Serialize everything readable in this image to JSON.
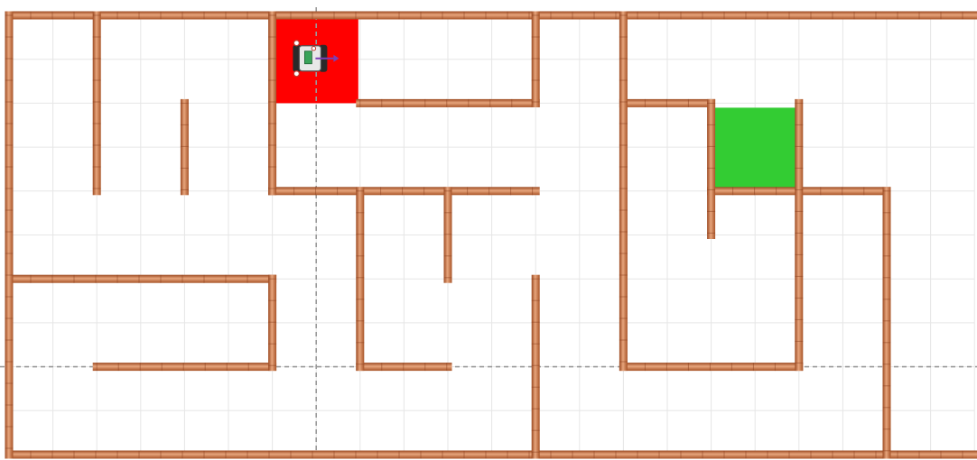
{
  "maze": {
    "cols": 11,
    "rows": 5,
    "start_cell": {
      "col": 3,
      "row": 0
    },
    "goal_cell": {
      "col": 8,
      "row": 1
    },
    "start_color": "#ff0000",
    "goal_color": "#33cc33",
    "wall_color": "#c8714a",
    "grid_color": "#e6e6e6",
    "axis_color": "#9a9a9a",
    "robot": {
      "facing": "right",
      "icon": "robot-icon"
    },
    "walls_h": [
      [
        0,
        0,
        11
      ],
      [
        4,
        1,
        6
      ],
      [
        3,
        2,
        6
      ],
      [
        7,
        1,
        8
      ],
      [
        8,
        2,
        9
      ],
      [
        9,
        2,
        10
      ],
      [
        0,
        3,
        3
      ],
      [
        1,
        4,
        3
      ],
      [
        4,
        4,
        5
      ],
      [
        7,
        4,
        9
      ],
      [
        0,
        5,
        11
      ]
    ],
    "walls_v": [
      [
        0,
        0,
        5
      ],
      [
        1,
        0,
        2
      ],
      [
        2,
        1,
        2
      ],
      [
        3,
        0,
        2
      ],
      [
        6,
        0,
        1
      ],
      [
        7,
        0,
        4
      ],
      [
        8,
        1,
        2.5
      ],
      [
        9,
        1,
        4
      ],
      [
        4,
        2,
        4
      ],
      [
        5,
        2,
        3
      ],
      [
        3,
        3,
        4
      ],
      [
        6,
        3,
        5
      ],
      [
        10,
        2,
        5
      ]
    ],
    "axis_x_units": 3.5,
    "axis_y_units": 4
  }
}
